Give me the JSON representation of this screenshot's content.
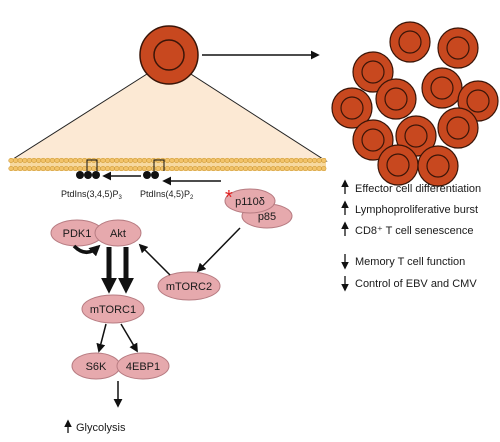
{
  "lipids": {
    "pip3_main": "PtdIns(3,4,5)P",
    "pip3_sub": "3",
    "pip2_main": "PtdIns(4,5)P",
    "pip2_sub": "2"
  },
  "nodes": {
    "p110d": "p110δ",
    "p85": "p85",
    "pdk1": "PDK1",
    "akt": "Akt",
    "mtorc2": "mTORC2",
    "mtorc1": "mTORC1",
    "s6k": "S6K",
    "4ebp1": "4EBP1"
  },
  "outcome": "Glycolysis",
  "effects_up": [
    "Effector cell differentiation",
    "Lymphoproliferative burst",
    "CD8⁺ T cell senescence"
  ],
  "effects_down": [
    "Memory T cell function",
    "Control of EBV and CMV"
  ],
  "colors": {
    "cell_fill": "#c8481f",
    "cell_stroke": "#3a1508",
    "node_fill": "#e6a9ad",
    "node_stroke": "#b77c82",
    "membrane": "#f2c36a",
    "membrane_stroke": "#c8932f",
    "wedge": "#fce9d4",
    "asterisk": "#e02020"
  }
}
